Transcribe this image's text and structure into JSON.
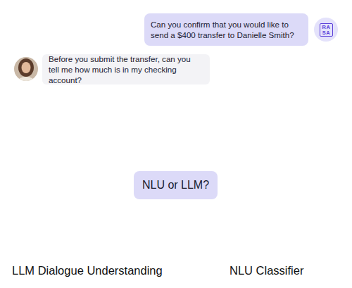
{
  "diagram": {
    "nodes": [
      {
        "text": [
          "Can you confirm that you would like to send a $400 transfer to Danielle Smith?"
        ]
      },
      {
        "text": [
          "RASA"
        ]
      },
      {
        "text": [
          "Before you submit the transfer, can you tell me how much is in my checking account?"
        ]
      },
      {
        "text": [
          "NLU or LLM?"
        ]
      }
    ],
    "labels": [
      "LLM Dialogue Understanding",
      "NLU Classifier"
    ]
  }
}
